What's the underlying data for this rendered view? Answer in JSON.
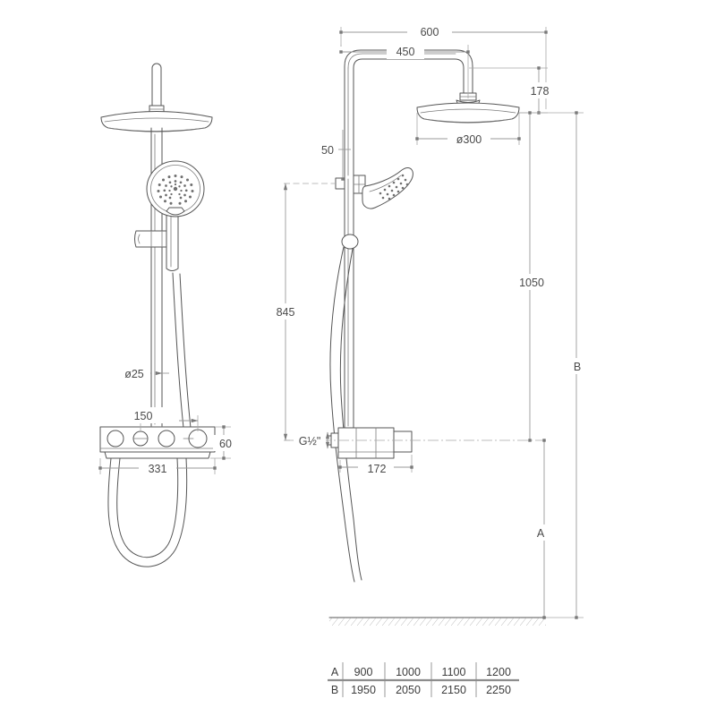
{
  "drawing": {
    "title": "Shower column technical drawing",
    "units": "mm",
    "views": [
      {
        "name": "front-view",
        "label": ""
      },
      {
        "name": "side-view",
        "label": ""
      }
    ]
  },
  "dimensions": {
    "front": {
      "dia_riser": "ø25",
      "handle_offset": "150",
      "valve_height": "60",
      "valve_width": "331"
    },
    "side": {
      "overall_projection": "600",
      "arm_length": "450",
      "head_drop": "178",
      "head_diameter": "ø300",
      "inlet_offset": "50",
      "slide_bar_height": "845",
      "valve_to_head": "1050",
      "valve_projection": "172",
      "inlet_thread": "G½\"",
      "label_a": "A",
      "label_b": "B"
    }
  },
  "table": {
    "rows": [
      {
        "label": "A",
        "values": [
          "900",
          "1000",
          "1100",
          "1200"
        ]
      },
      {
        "label": "B",
        "values": [
          "1950",
          "2050",
          "2150",
          "2250"
        ]
      }
    ]
  },
  "colors": {
    "object_line": "#555555",
    "dimension_line": "#9a9a9a",
    "text": "#4a4a4a",
    "background": "#ffffff"
  }
}
